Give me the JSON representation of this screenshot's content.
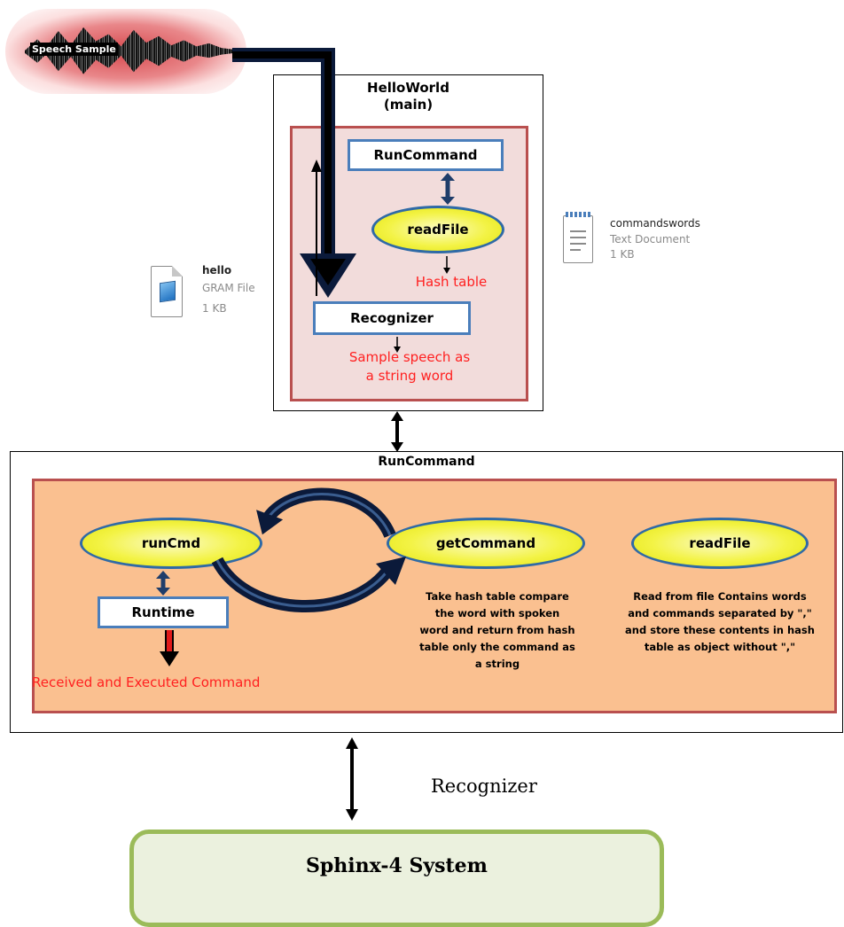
{
  "speech_sample": {
    "label": "Speech Sample"
  },
  "hello_world": {
    "title_line1": "HelloWorld",
    "title_line2": "(main)",
    "run_command_box": "RunCommand",
    "read_file": "readFile",
    "hash_table": "Hash table",
    "recognizer_box": "Recognizer",
    "sample_speech_line1": "Sample speech as",
    "sample_speech_line2": "a string word"
  },
  "files": {
    "hello": {
      "name": "hello",
      "type": "GRAM File",
      "size": "1 KB"
    },
    "commandswords": {
      "name": "commandswords",
      "type": "Text Document",
      "size": "1 KB"
    }
  },
  "run_command": {
    "title": "RunCommand",
    "run_cmd": "runCmd",
    "get_command": "getCommand",
    "read_file": "readFile",
    "runtime": "Runtime",
    "received": "Received and Executed Command",
    "get_command_desc": [
      "Take hash table compare",
      "the word with spoken",
      "word and return from hash",
      "table only the command as",
      "a string"
    ],
    "read_file_desc": [
      "Read from file Contains words",
      "and commands separated by \",\"",
      "and store these contents in hash",
      "table as object without \",\""
    ]
  },
  "recognizer_label": "Recognizer",
  "sphinx": {
    "label": "Sphinx-4 System"
  },
  "colors": {
    "frame_border": "#b9504f",
    "hello_world_fill": "#f2dcdb",
    "run_command_fill": "#fac090",
    "box_border": "#4a7ebb",
    "ellipse_fill": "#f3f346",
    "sphinx_border": "#9bbb59",
    "sphinx_fill": "#ebf1de",
    "alert_text": "#ff2020",
    "flow_arrow": "#0b1a3a"
  },
  "icons": [
    "gram-file-icon",
    "text-document-icon"
  ]
}
